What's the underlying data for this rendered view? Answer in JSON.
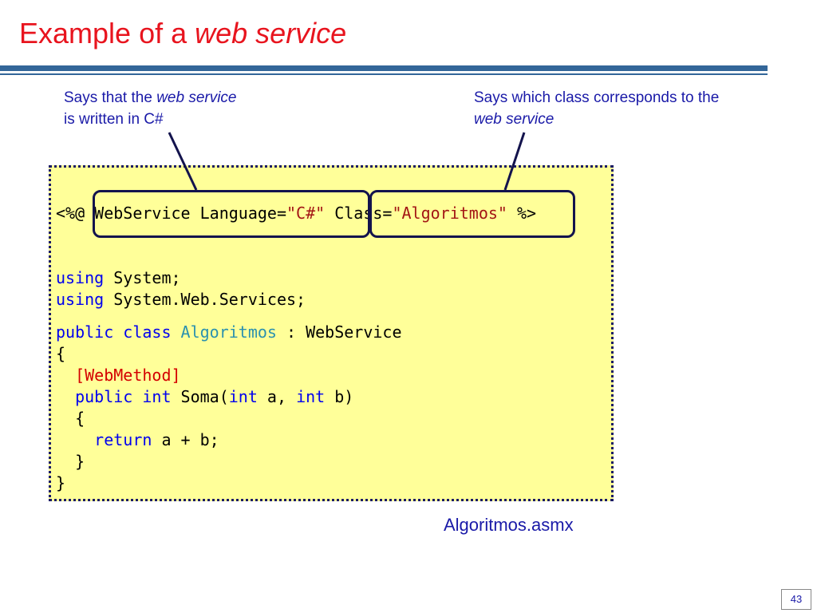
{
  "slide": {
    "title_prefix": "Example of a ",
    "title_emphasis": "web service",
    "page_number": "43",
    "filename": "Algoritmos.asmx"
  },
  "annotations": {
    "left": {
      "line1_text": "Says that the ",
      "line1_emphasis": "web service",
      "line2_text": "is written in C#"
    },
    "right": {
      "line1_text": "Says which class corresponds to the",
      "line2_emphasis": "web service"
    }
  },
  "code": {
    "directive": {
      "open": "<%@ ",
      "webservice_language": "WebService Language=",
      "language_value": "\"C#\"",
      "class_attr": "Class=",
      "class_value": "\"Algoritmos\"",
      "close": " %>"
    },
    "using_keyword": "using",
    "using_1": " System;",
    "using_2": " System.Web.Services;",
    "class_public": "public",
    "class_class": " class",
    "class_name": " Algoritmos",
    "class_base": " : WebService",
    "brace_open": "{",
    "attribute": "  [WebMethod]",
    "method_indent": "  ",
    "method_public": "public",
    "method_int": " int",
    "method_name": " Soma(",
    "param_int_1": "int",
    "param_a": " a, ",
    "param_int_2": "int",
    "param_b": " b)",
    "method_brace_open": "  {",
    "return_indent": "    ",
    "return_keyword": "return",
    "return_expr": " a + b;",
    "method_brace_close": "  }",
    "brace_close": "}"
  },
  "colors": {
    "title": "#e8141e",
    "rule": "#336699",
    "annotation_text": "#1a1aa8",
    "code_background": "#ffff99",
    "keyword": "#0000ee",
    "string": "#a31515",
    "class_name": "#2b91af",
    "attribute": "#d40000"
  }
}
